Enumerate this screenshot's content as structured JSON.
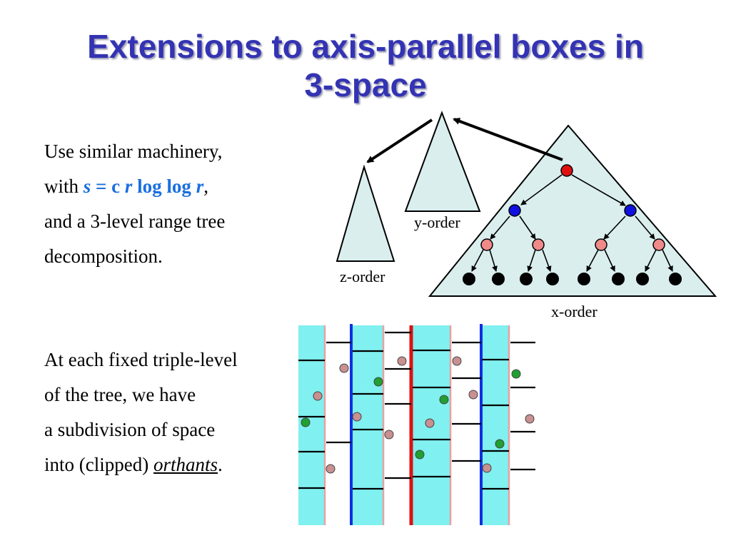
{
  "slide": {
    "title_line1": "Extensions to axis-parallel boxes in",
    "title_line2": "3-space"
  },
  "paragraph1": {
    "line1": "Use similar machinery,",
    "line2_prefix": "with ",
    "formula": {
      "s": "s",
      "eq": " = c ",
      "r1": "r",
      "loglog": " log log ",
      "r2": "r"
    },
    "line2_suffix": ",",
    "line3": "and a 3-level range tree",
    "line4": "decomposition."
  },
  "paragraph2": {
    "line1": "At each fixed triple-level",
    "line2": "of the tree, we have",
    "line3": "a subdivision of space",
    "line4_prefix": "into (clipped) ",
    "line4_emph": "orthants",
    "line4_suffix": "."
  },
  "diagram": {
    "labels": {
      "z_order": "z-order",
      "y_order": "y-order",
      "x_order": "x-order"
    },
    "colors": {
      "tree_fill": "#daeeee",
      "root_node": "#e01010",
      "level2_node": "#1010e0",
      "level3_node": "#f08a8a",
      "leaf_node": "#000000",
      "slab_fill": "#80f0f0",
      "point_pink": "#c89090",
      "point_green": "#20a030"
    }
  }
}
